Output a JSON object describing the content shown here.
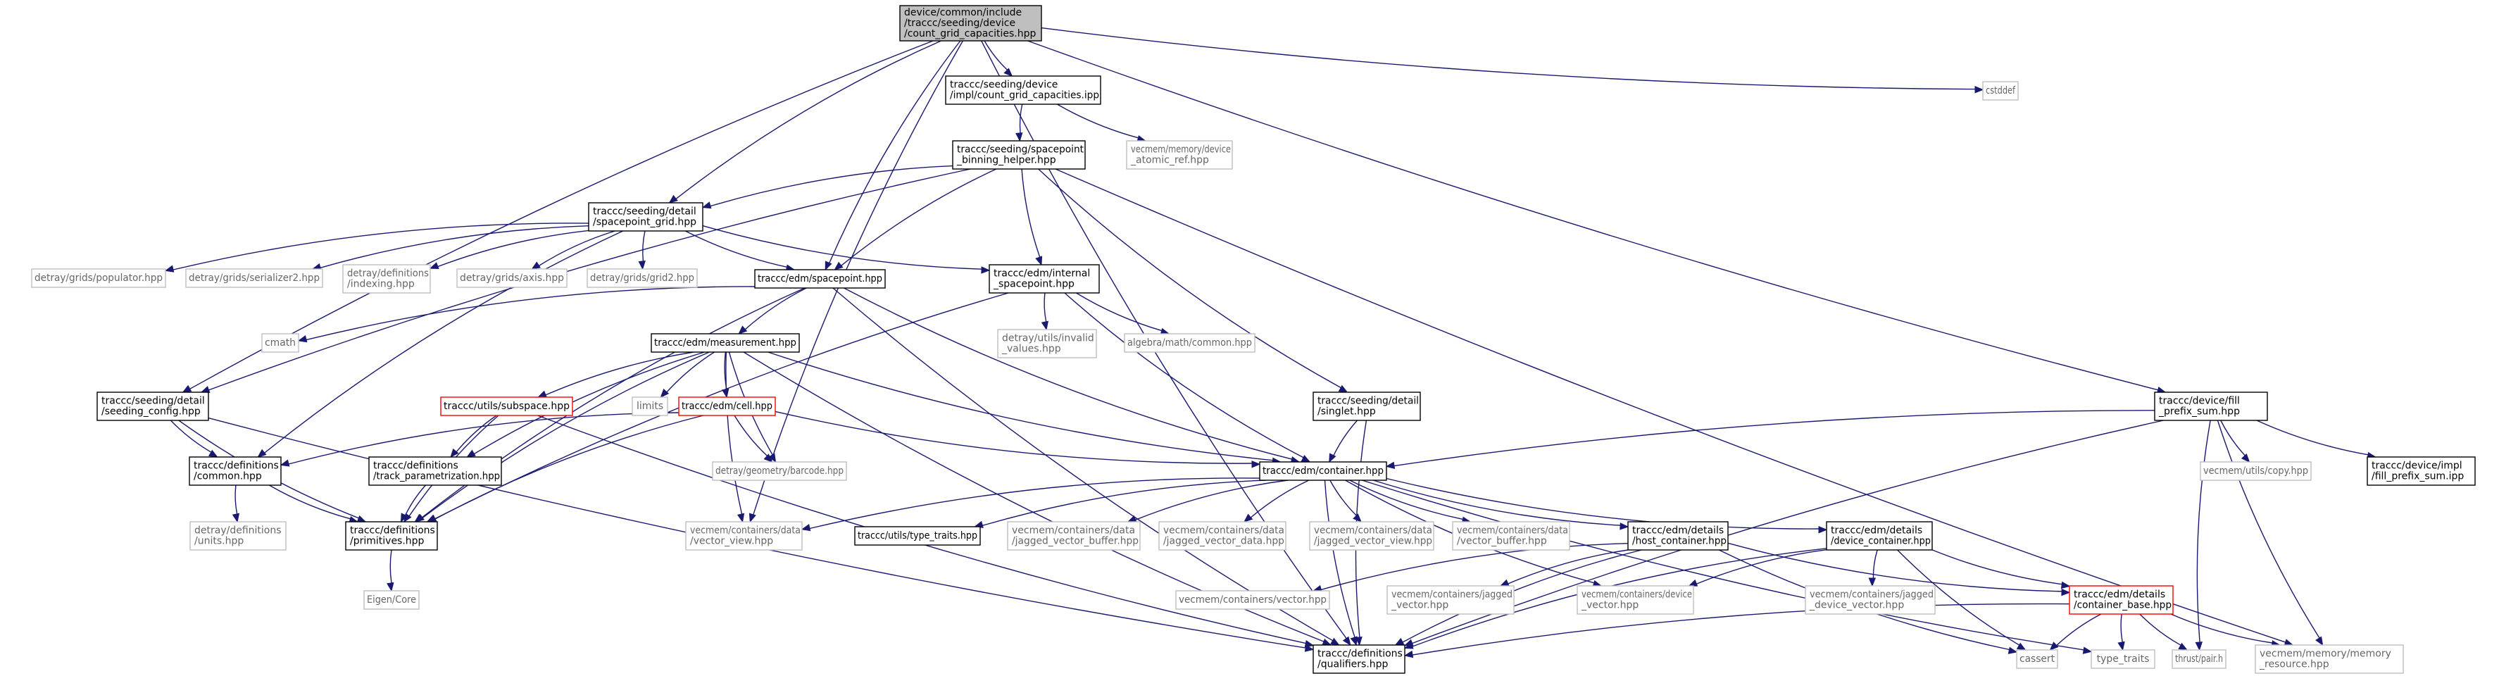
{
  "diagram": {
    "colors": {
      "root_fill": "#bfbfbf",
      "normal_border": "#000000",
      "external_border": "#bfbfbf",
      "truncated_border": "#ff0000",
      "edge": "#191970"
    },
    "nodes": [
      {
        "id": "root",
        "style": "root",
        "lines": [
          "device/common/include",
          "/traccc/seeding/device",
          "/count_grid_capacities.hpp"
        ]
      },
      {
        "id": "cgc_ipp",
        "style": "normal",
        "lines": [
          "traccc/seeding/device",
          "/impl/count_grid_capacities.ipp"
        ]
      },
      {
        "id": "cstddef",
        "style": "external",
        "lines": [
          "cstddef"
        ]
      },
      {
        "id": "atomic_ref",
        "style": "external",
        "lines": [
          "vecmem/memory/device",
          "_atomic_ref.hpp"
        ]
      },
      {
        "id": "binning_helper",
        "style": "normal",
        "lines": [
          "traccc/seeding/spacepoint",
          "_binning_helper.hpp"
        ]
      },
      {
        "id": "sp_grid",
        "style": "normal",
        "lines": [
          "traccc/seeding/detail",
          "/spacepoint_grid.hpp"
        ]
      },
      {
        "id": "populator",
        "style": "external",
        "lines": [
          "detray/grids/populator.hpp"
        ]
      },
      {
        "id": "serializer2",
        "style": "external",
        "lines": [
          "detray/grids/serializer2.hpp"
        ]
      },
      {
        "id": "indexing",
        "style": "external",
        "lines": [
          "detray/definitions",
          "/indexing.hpp"
        ]
      },
      {
        "id": "axis",
        "style": "external",
        "lines": [
          "detray/grids/axis.hpp"
        ]
      },
      {
        "id": "grid2",
        "style": "external",
        "lines": [
          "detray/grids/grid2.hpp"
        ]
      },
      {
        "id": "spacepoint",
        "style": "normal",
        "lines": [
          "traccc/edm/spacepoint.hpp"
        ]
      },
      {
        "id": "internal_sp",
        "style": "normal",
        "lines": [
          "traccc/edm/internal",
          "_spacepoint.hpp"
        ]
      },
      {
        "id": "cmath",
        "style": "external",
        "lines": [
          "cmath"
        ]
      },
      {
        "id": "invalid_values",
        "style": "external",
        "lines": [
          "detray/utils/invalid",
          "_values.hpp"
        ]
      },
      {
        "id": "algebra_common",
        "style": "external",
        "lines": [
          "algebra/math/common.hpp"
        ]
      },
      {
        "id": "measurement",
        "style": "normal",
        "lines": [
          "traccc/edm/measurement.hpp"
        ]
      },
      {
        "id": "seeding_config",
        "style": "normal",
        "lines": [
          "traccc/seeding/detail",
          "/seeding_config.hpp"
        ]
      },
      {
        "id": "subspace",
        "style": "truncated",
        "lines": [
          "traccc/utils/subspace.hpp"
        ]
      },
      {
        "id": "limits",
        "style": "external",
        "lines": [
          "limits"
        ]
      },
      {
        "id": "cell",
        "style": "truncated",
        "lines": [
          "traccc/edm/cell.hpp"
        ]
      },
      {
        "id": "singlet",
        "style": "normal",
        "lines": [
          "traccc/seeding/detail",
          "/singlet.hpp"
        ]
      },
      {
        "id": "fill_prefix_sum",
        "style": "normal",
        "lines": [
          "traccc/device/fill",
          "_prefix_sum.hpp"
        ]
      },
      {
        "id": "defs_common",
        "style": "normal",
        "lines": [
          "traccc/definitions",
          "/common.hpp"
        ]
      },
      {
        "id": "track_param",
        "style": "normal",
        "lines": [
          "traccc/definitions",
          "/track_parametrization.hpp"
        ]
      },
      {
        "id": "barcode",
        "style": "external",
        "lines": [
          "detray/geometry/barcode.hpp"
        ]
      },
      {
        "id": "container",
        "style": "normal",
        "lines": [
          "traccc/edm/container.hpp"
        ]
      },
      {
        "id": "vm_copy",
        "style": "external",
        "lines": [
          "vecmem/utils/copy.hpp"
        ]
      },
      {
        "id": "fill_prefix_ipp",
        "style": "normal",
        "lines": [
          "traccc/device/impl",
          "/fill_prefix_sum.ipp"
        ]
      },
      {
        "id": "units",
        "style": "external",
        "lines": [
          "detray/definitions",
          "/units.hpp"
        ]
      },
      {
        "id": "primitives",
        "style": "normal",
        "lines": [
          "traccc/definitions",
          "/primitives.hpp"
        ]
      },
      {
        "id": "vector_view",
        "style": "external",
        "lines": [
          "vecmem/containers/data",
          "/vector_view.hpp"
        ]
      },
      {
        "id": "type_traits_utils",
        "style": "normal",
        "lines": [
          "traccc/utils/type_traits.hpp"
        ]
      },
      {
        "id": "jagged_vec_buffer",
        "style": "external",
        "lines": [
          "vecmem/containers/data",
          "/jagged_vector_buffer.hpp"
        ]
      },
      {
        "id": "jagged_vec_data",
        "style": "external",
        "lines": [
          "vecmem/containers/data",
          "/jagged_vector_data.hpp"
        ]
      },
      {
        "id": "jagged_vec_view",
        "style": "external",
        "lines": [
          "vecmem/containers/data",
          "/jagged_vector_view.hpp"
        ]
      },
      {
        "id": "vec_buffer",
        "style": "external",
        "lines": [
          "vecmem/containers/data",
          "/vector_buffer.hpp"
        ]
      },
      {
        "id": "host_container",
        "style": "normal",
        "lines": [
          "traccc/edm/details",
          "/host_container.hpp"
        ]
      },
      {
        "id": "device_container",
        "style": "normal",
        "lines": [
          "traccc/edm/details",
          "/device_container.hpp"
        ]
      },
      {
        "id": "eigen",
        "style": "external",
        "lines": [
          "Eigen/Core"
        ]
      },
      {
        "id": "vm_vector",
        "style": "external",
        "lines": [
          "vecmem/containers/vector.hpp"
        ]
      },
      {
        "id": "vm_jagged_vector",
        "style": "external",
        "lines": [
          "vecmem/containers/jagged",
          "_vector.hpp"
        ]
      },
      {
        "id": "vm_device_vector",
        "style": "external",
        "lines": [
          "vecmem/containers/device",
          "_vector.hpp"
        ]
      },
      {
        "id": "vm_jagged_device_vector",
        "style": "external",
        "lines": [
          "vecmem/containers/jagged",
          "_device_vector.hpp"
        ]
      },
      {
        "id": "container_base",
        "style": "truncated",
        "lines": [
          "traccc/edm/details",
          "/container_base.hpp"
        ]
      },
      {
        "id": "qualifiers",
        "style": "normal",
        "lines": [
          "traccc/definitions",
          "/qualifiers.hpp"
        ]
      },
      {
        "id": "cassert",
        "style": "external",
        "lines": [
          "cassert"
        ]
      },
      {
        "id": "type_traits",
        "style": "external",
        "lines": [
          "type_traits"
        ]
      },
      {
        "id": "thrust_pair",
        "style": "external",
        "lines": [
          "thrust/pair.h"
        ]
      },
      {
        "id": "memory_resource",
        "style": "external",
        "lines": [
          "vecmem/memory/memory",
          "_resource.hpp"
        ]
      }
    ],
    "edges": [
      [
        "root",
        "cgc_ipp"
      ],
      [
        "root",
        "cstddef"
      ],
      [
        "root",
        "sp_grid"
      ],
      [
        "root",
        "spacepoint"
      ],
      [
        "root",
        "seeding_config"
      ],
      [
        "root",
        "fill_prefix_sum"
      ],
      [
        "root",
        "qualifiers"
      ],
      [
        "root",
        "vector_view"
      ],
      [
        "cgc_ipp",
        "binning_helper"
      ],
      [
        "cgc_ipp",
        "atomic_ref"
      ],
      [
        "binning_helper",
        "sp_grid"
      ],
      [
        "binning_helper",
        "spacepoint"
      ],
      [
        "binning_helper",
        "internal_sp"
      ],
      [
        "binning_helper",
        "singlet"
      ],
      [
        "binning_helper",
        "seeding_config"
      ],
      [
        "binning_helper",
        "memory_resource"
      ],
      [
        "sp_grid",
        "populator"
      ],
      [
        "sp_grid",
        "serializer2"
      ],
      [
        "sp_grid",
        "indexing"
      ],
      [
        "sp_grid",
        "axis"
      ],
      [
        "sp_grid",
        "grid2"
      ],
      [
        "sp_grid",
        "spacepoint"
      ],
      [
        "sp_grid",
        "internal_sp"
      ],
      [
        "sp_grid",
        "defs_common"
      ],
      [
        "spacepoint",
        "cmath"
      ],
      [
        "spacepoint",
        "measurement"
      ],
      [
        "spacepoint",
        "container"
      ],
      [
        "spacepoint",
        "primitives"
      ],
      [
        "spacepoint",
        "qualifiers"
      ],
      [
        "internal_sp",
        "invalid_values"
      ],
      [
        "internal_sp",
        "algebra_common"
      ],
      [
        "internal_sp",
        "container"
      ],
      [
        "internal_sp",
        "primitives"
      ],
      [
        "measurement",
        "limits"
      ],
      [
        "measurement",
        "subspace"
      ],
      [
        "measurement",
        "cell"
      ],
      [
        "measurement",
        "track_param"
      ],
      [
        "measurement",
        "barcode"
      ],
      [
        "measurement",
        "container"
      ],
      [
        "measurement",
        "primitives"
      ],
      [
        "measurement",
        "vector_view"
      ],
      [
        "measurement",
        "qualifiers"
      ],
      [
        "seeding_config",
        "defs_common"
      ],
      [
        "seeding_config",
        "primitives"
      ],
      [
        "seeding_config",
        "qualifiers"
      ],
      [
        "subspace",
        "track_param"
      ],
      [
        "subspace",
        "primitives"
      ],
      [
        "subspace",
        "qualifiers"
      ],
      [
        "cell",
        "defs_common"
      ],
      [
        "cell",
        "barcode"
      ],
      [
        "cell",
        "container"
      ],
      [
        "cell",
        "primitives"
      ],
      [
        "singlet",
        "container"
      ],
      [
        "singlet",
        "qualifiers"
      ],
      [
        "fill_prefix_sum",
        "container"
      ],
      [
        "fill_prefix_sum",
        "vm_copy"
      ],
      [
        "fill_prefix_sum",
        "fill_prefix_ipp"
      ],
      [
        "fill_prefix_sum",
        "thrust_pair"
      ],
      [
        "fill_prefix_sum",
        "memory_resource"
      ],
      [
        "fill_prefix_sum",
        "qualifiers"
      ],
      [
        "defs_common",
        "units"
      ],
      [
        "defs_common",
        "primitives"
      ],
      [
        "track_param",
        "primitives"
      ],
      [
        "container",
        "vector_view"
      ],
      [
        "container",
        "type_traits_utils"
      ],
      [
        "container",
        "jagged_vec_buffer"
      ],
      [
        "container",
        "jagged_vec_data"
      ],
      [
        "container",
        "jagged_vec_view"
      ],
      [
        "container",
        "vec_buffer"
      ],
      [
        "container",
        "host_container"
      ],
      [
        "container",
        "device_container"
      ],
      [
        "container",
        "vm_device_vector"
      ],
      [
        "container",
        "qualifiers"
      ],
      [
        "container",
        "type_traits"
      ],
      [
        "primitives",
        "eigen"
      ],
      [
        "host_container",
        "vm_vector"
      ],
      [
        "host_container",
        "vm_jagged_vector"
      ],
      [
        "host_container",
        "container_base"
      ],
      [
        "host_container",
        "qualifiers"
      ],
      [
        "host_container",
        "cassert"
      ],
      [
        "device_container",
        "vm_device_vector"
      ],
      [
        "device_container",
        "vm_jagged_device_vector"
      ],
      [
        "device_container",
        "container_base"
      ],
      [
        "device_container",
        "qualifiers"
      ],
      [
        "device_container",
        "cassert"
      ],
      [
        "container_base",
        "qualifiers"
      ],
      [
        "container_base",
        "cassert"
      ],
      [
        "container_base",
        "type_traits"
      ],
      [
        "container_base",
        "thrust_pair"
      ],
      [
        "container_base",
        "memory_resource"
      ]
    ]
  }
}
